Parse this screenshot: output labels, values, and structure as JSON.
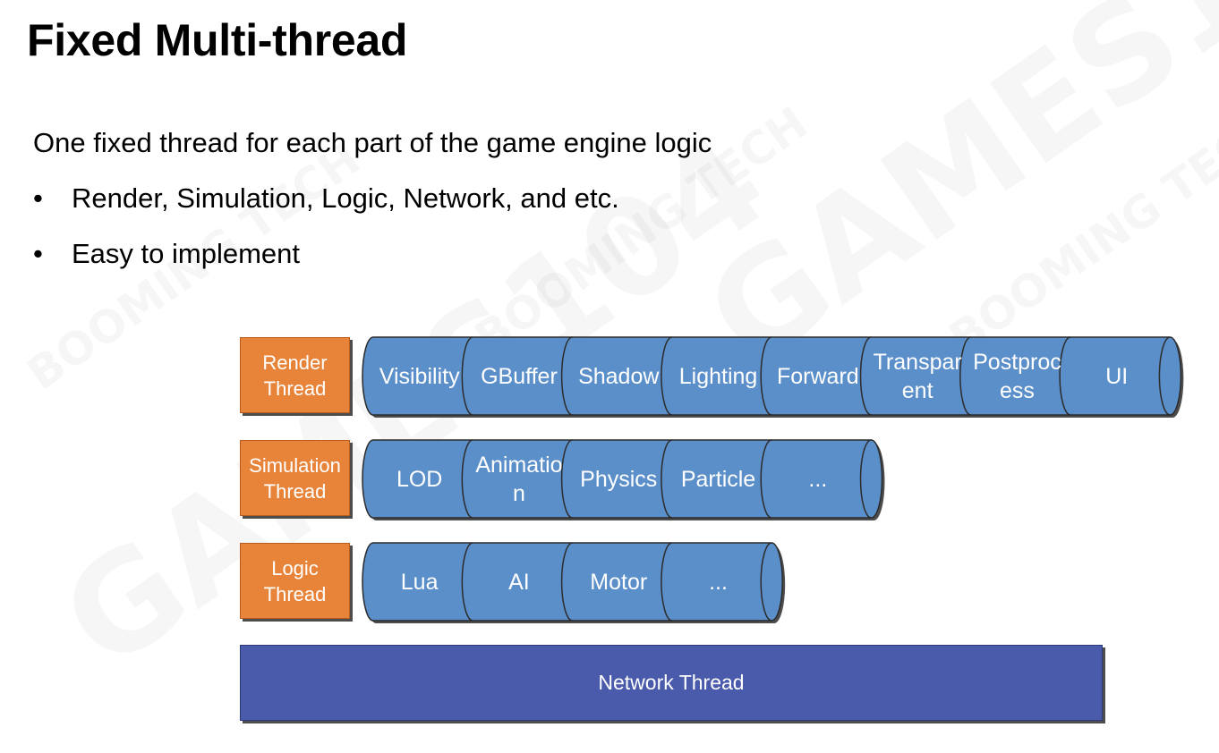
{
  "slide": {
    "title": "Fixed Multi-thread",
    "intro": "One fixed thread for each part of the game engine logic",
    "bullets": [
      "Render, Simulation, Logic, Network, and etc.",
      "Easy to implement"
    ]
  },
  "diagram": {
    "rows": [
      {
        "label": [
          "Render",
          "Thread"
        ],
        "segments": [
          [
            "Visibility"
          ],
          [
            "GBuffer"
          ],
          [
            "Shadow"
          ],
          [
            "Lighting"
          ],
          [
            "Forward"
          ],
          [
            "Transpar",
            "ent"
          ],
          [
            "Postproc",
            "ess"
          ],
          [
            "UI"
          ]
        ]
      },
      {
        "label": [
          "Simulation",
          "Thread"
        ],
        "segments": [
          [
            "LOD"
          ],
          [
            "Animatio",
            "n"
          ],
          [
            "Physics"
          ],
          [
            "Particle"
          ],
          [
            "..."
          ]
        ]
      },
      {
        "label": [
          "Logic",
          "Thread"
        ],
        "segments": [
          [
            "Lua"
          ],
          [
            "AI"
          ],
          [
            "Motor"
          ],
          [
            "..."
          ]
        ]
      }
    ],
    "network": "Network Thread"
  },
  "watermarks": [
    "GAMES104",
    "BOOMING TECH"
  ],
  "colors": {
    "thread_label": "#e8843a",
    "segment_fill": "#5b8fc9",
    "network_bar": "#4a5bab"
  }
}
